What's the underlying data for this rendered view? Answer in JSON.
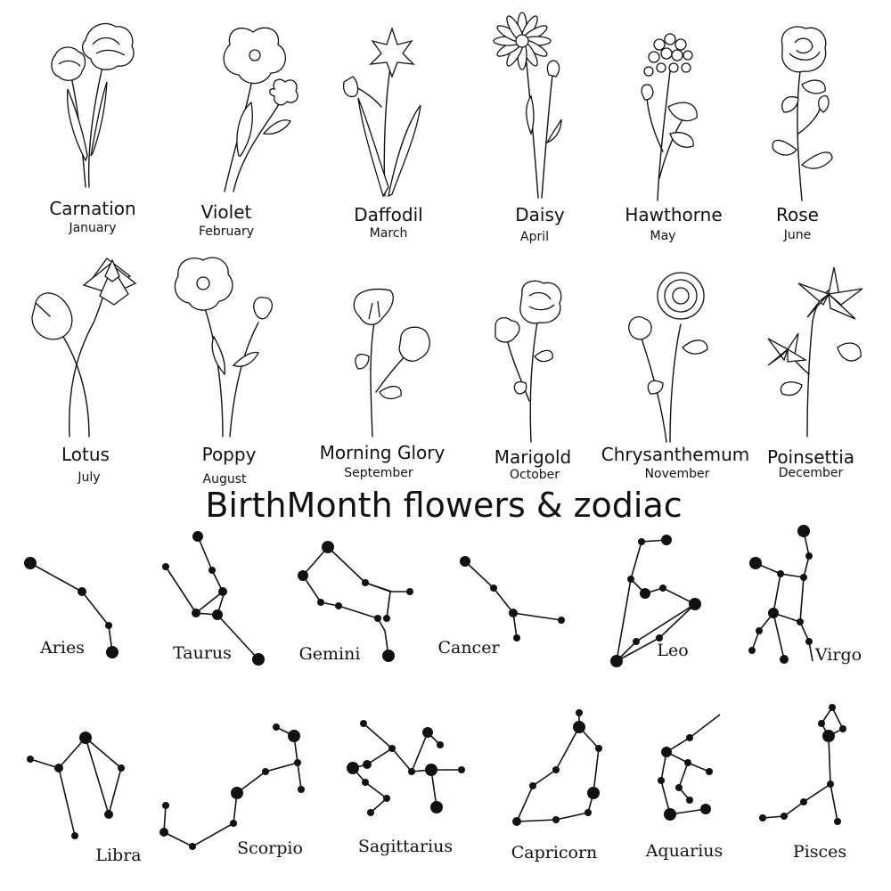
{
  "title": "BirthMonth flowers & zodiac",
  "flowers": [
    {
      "name": "Carnation",
      "month": "January"
    },
    {
      "name": "Violet",
      "month": "February"
    },
    {
      "name": "Daffodil",
      "month": "March"
    },
    {
      "name": "Daisy",
      "month": "April"
    },
    {
      "name": "Hawthorne",
      "month": "May"
    },
    {
      "name": "Rose",
      "month": "June"
    },
    {
      "name": "Lotus",
      "month": "July"
    },
    {
      "name": "Poppy",
      "month": "August"
    },
    {
      "name": "Morning Glory",
      "month": "September"
    },
    {
      "name": "Marigold",
      "month": "October"
    },
    {
      "name": "Chrysanthemum",
      "month": "November"
    },
    {
      "name": "Poinsettia",
      "month": "December"
    }
  ],
  "zodiac": [
    {
      "name": "Aries"
    },
    {
      "name": "Taurus"
    },
    {
      "name": "Gemini"
    },
    {
      "name": "Cancer"
    },
    {
      "name": "Leo"
    },
    {
      "name": "Virgo"
    },
    {
      "name": "Libra"
    },
    {
      "name": "Scorpio"
    },
    {
      "name": "Sagittarius"
    },
    {
      "name": "Capricorn"
    },
    {
      "name": "Aquarius"
    },
    {
      "name": "Pisces"
    }
  ]
}
